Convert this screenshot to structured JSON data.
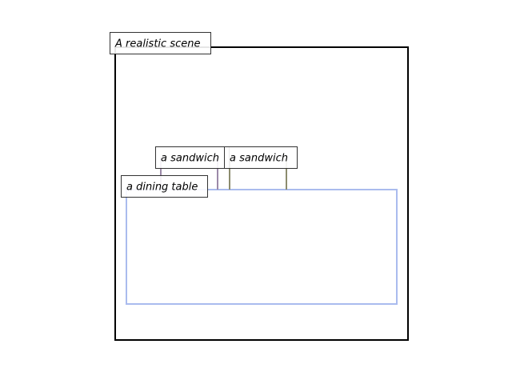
{
  "scene": {
    "label": "A realistic scene",
    "border_color": "#000000"
  },
  "objects": [
    {
      "id": "dining-table",
      "label": "a dining table",
      "color": "#aabbee"
    },
    {
      "id": "sandwich-1",
      "label": "a sandwich",
      "color": "#9b89a8"
    },
    {
      "id": "sandwich-2",
      "label": "a sandwich",
      "color": "#8c8c6e"
    }
  ]
}
